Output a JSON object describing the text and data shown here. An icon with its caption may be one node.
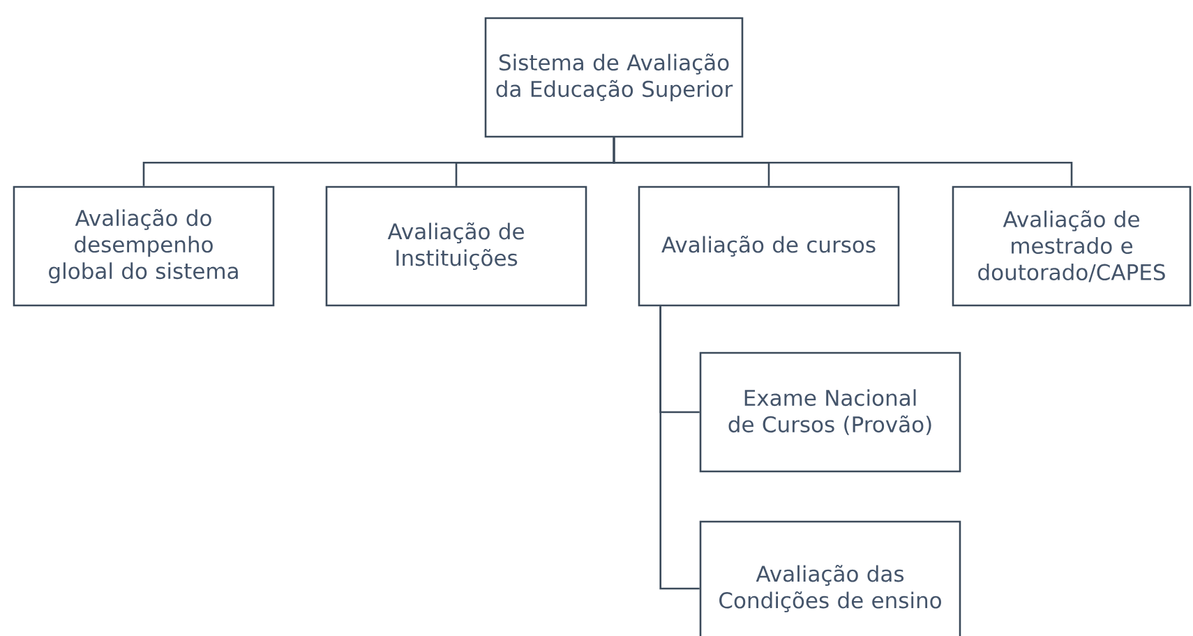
{
  "diagram": {
    "nodes": [
      {
        "text": [
          "Sistema de Avaliação da Educação Superior"
        ]
      },
      {
        "text": [
          "Avaliação do desempenho global do sistema"
        ]
      },
      {
        "text": [
          "Avaliação de Instituições"
        ]
      },
      {
        "text": [
          "Avaliação de cursos"
        ]
      },
      {
        "text": [
          "Avaliação de mestrado e doutorado/CAPES"
        ]
      },
      {
        "text": [
          "Exame Nacional de Cursos (Provão)"
        ]
      },
      {
        "text": [
          "Avaliação das Condições de ensino"
        ]
      }
    ],
    "edges": [
      {
        "from": 0,
        "to": 1,
        "arrow": "none"
      },
      {
        "from": 0,
        "to": 2,
        "arrow": "none"
      },
      {
        "from": 0,
        "to": 3,
        "arrow": "none"
      },
      {
        "from": 0,
        "to": 4,
        "arrow": "none"
      },
      {
        "from": 3,
        "to": 5,
        "arrow": "none"
      },
      {
        "from": 3,
        "to": 6,
        "arrow": "none"
      }
    ]
  }
}
